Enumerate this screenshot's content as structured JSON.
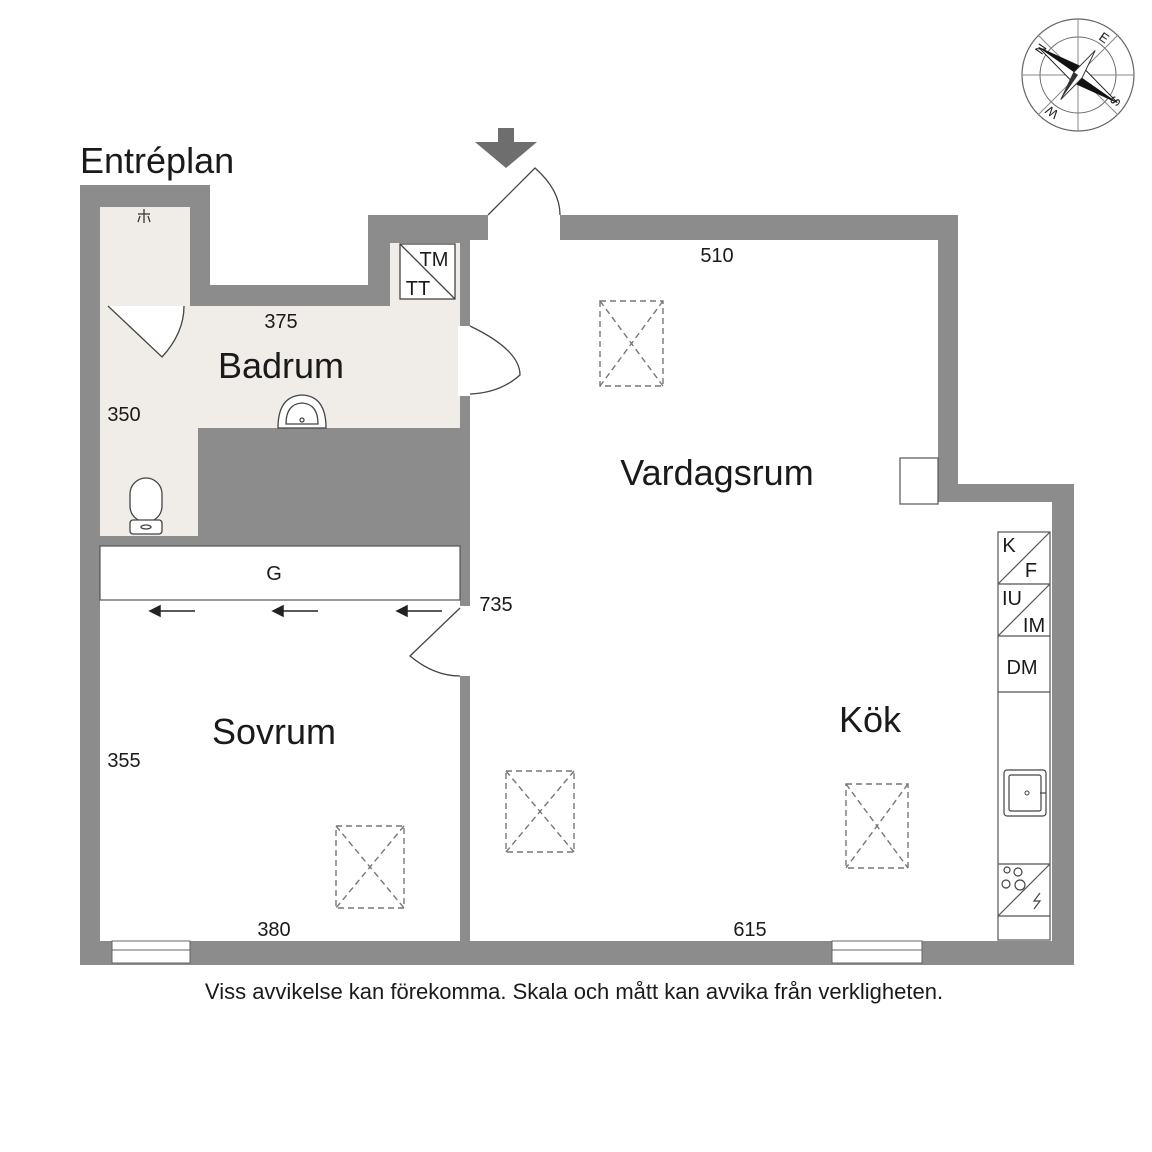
{
  "floor_title": "Entréplan",
  "rooms": {
    "bathroom": "Badrum",
    "living": "Vardagsrum",
    "bedroom": "Sovrum",
    "kitchen": "Kök"
  },
  "dimensions": {
    "bathroom_width": "375",
    "bathroom_depth": "350",
    "living_width": "510",
    "total_depth": "735",
    "bedroom_depth": "355",
    "bedroom_width": "380",
    "kitchen_width": "615"
  },
  "appliances": {
    "tm": "TM",
    "tt": "TT",
    "wardrobe": "G",
    "k": "K",
    "f": "F",
    "iu": "IU",
    "im": "IM",
    "dm": "DM"
  },
  "compass": {
    "n": "N",
    "e": "E",
    "s": "S",
    "w": "W"
  },
  "disclaimer": "Viss avvikelse kan förekomma. Skala och mått kan avvika från verkligheten.",
  "colors": {
    "wall": "#8c8c8c",
    "bathroom_floor": "#f0ece8",
    "arrow": "#6e6e6e"
  }
}
